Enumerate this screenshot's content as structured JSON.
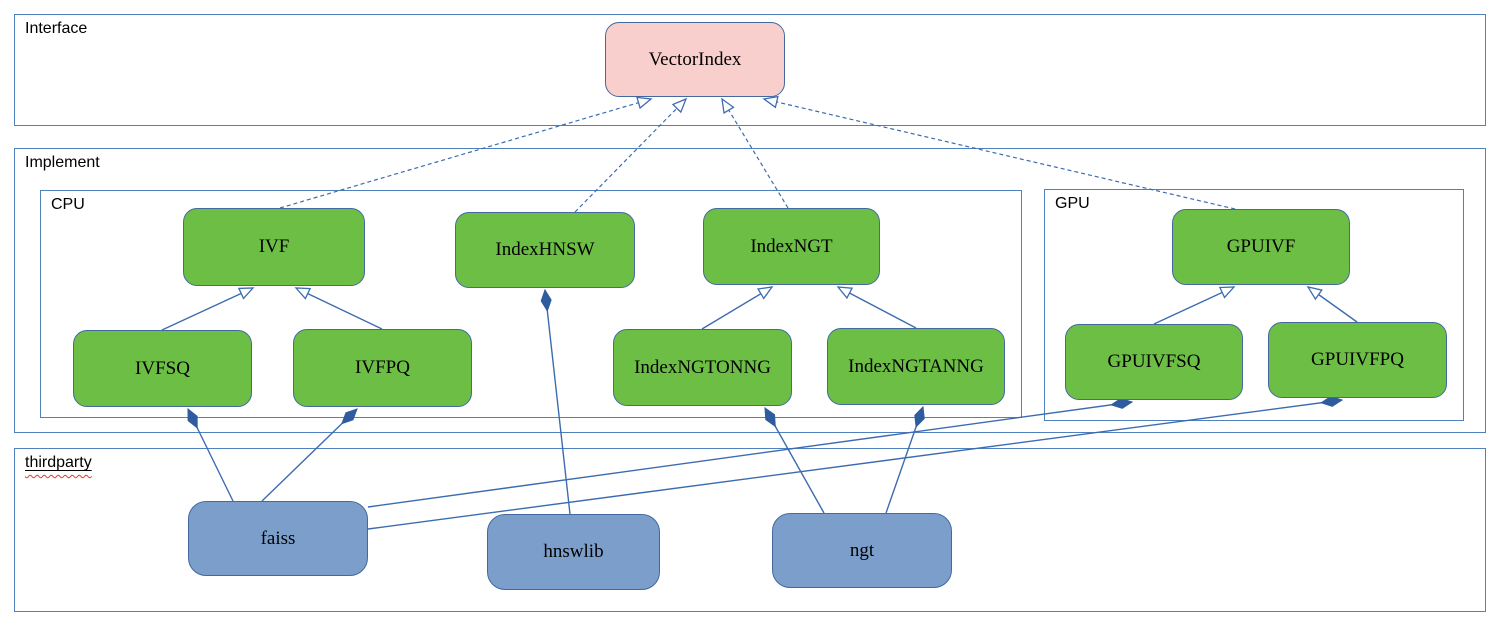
{
  "containers": {
    "interface": {
      "label": "Interface"
    },
    "implement": {
      "label": "Implement"
    },
    "cpu": {
      "label": "CPU"
    },
    "gpu": {
      "label": "GPU"
    },
    "thirdparty": {
      "label": "thirdparty"
    }
  },
  "nodes": {
    "vectorindex": {
      "label": "VectorIndex",
      "group": "interface"
    },
    "ivf": {
      "label": "IVF",
      "group": "cpu"
    },
    "indexhnsw": {
      "label": "IndexHNSW",
      "group": "cpu"
    },
    "indexngt": {
      "label": "IndexNGT",
      "group": "cpu"
    },
    "ivfsq": {
      "label": "IVFSQ",
      "group": "cpu"
    },
    "ivfpq": {
      "label": "IVFPQ",
      "group": "cpu"
    },
    "indexngtonng": {
      "label": "IndexNGTONNG",
      "group": "cpu"
    },
    "indexngtanng": {
      "label": "IndexNGTANNG",
      "group": "cpu"
    },
    "gpuivf": {
      "label": "GPUIVF",
      "group": "gpu"
    },
    "gpuivfsq": {
      "label": "GPUIVFSQ",
      "group": "gpu"
    },
    "gpuivfpq": {
      "label": "GPUIVFPQ",
      "group": "gpu"
    },
    "faiss": {
      "label": "faiss",
      "group": "thirdparty"
    },
    "hnswlib": {
      "label": "hnswlib",
      "group": "thirdparty"
    },
    "ngt": {
      "label": "ngt",
      "group": "thirdparty"
    }
  },
  "edges": [
    {
      "from": "IVF",
      "to": "VectorIndex",
      "type": "realization-dashed-hollow-arrow"
    },
    {
      "from": "IndexHNSW",
      "to": "VectorIndex",
      "type": "realization-dashed-hollow-arrow"
    },
    {
      "from": "IndexNGT",
      "to": "VectorIndex",
      "type": "realization-dashed-hollow-arrow"
    },
    {
      "from": "GPUIVF",
      "to": "VectorIndex",
      "type": "realization-dashed-hollow-arrow"
    },
    {
      "from": "IVFSQ",
      "to": "IVF",
      "type": "generalization-hollow-arrow"
    },
    {
      "from": "IVFPQ",
      "to": "IVF",
      "type": "generalization-hollow-arrow"
    },
    {
      "from": "IndexNGTONNG",
      "to": "IndexNGT",
      "type": "generalization-hollow-arrow"
    },
    {
      "from": "IndexNGTANNG",
      "to": "IndexNGT",
      "type": "generalization-hollow-arrow"
    },
    {
      "from": "GPUIVFSQ",
      "to": "GPUIVF",
      "type": "generalization-hollow-arrow"
    },
    {
      "from": "GPUIVFPQ",
      "to": "GPUIVF",
      "type": "generalization-hollow-arrow"
    },
    {
      "from": "IVFSQ",
      "to": "faiss",
      "type": "composition-filled-diamond"
    },
    {
      "from": "IVFPQ",
      "to": "faiss",
      "type": "composition-filled-diamond"
    },
    {
      "from": "IndexHNSW",
      "to": "hnswlib",
      "type": "composition-filled-diamond"
    },
    {
      "from": "IndexNGTONNG",
      "to": "ngt",
      "type": "composition-filled-diamond"
    },
    {
      "from": "IndexNGTANNG",
      "to": "ngt",
      "type": "composition-filled-diamond"
    },
    {
      "from": "GPUIVFSQ",
      "to": "faiss",
      "type": "composition-filled-diamond"
    },
    {
      "from": "GPUIVFPQ",
      "to": "faiss",
      "type": "composition-filled-diamond"
    }
  ],
  "colors": {
    "interface_node_fill": "#f8cfcc",
    "implement_node_fill": "#6cbe45",
    "thirdparty_node_fill": "#7b9ecb",
    "node_border": "#44699f",
    "container_border": "#4f81bd",
    "edge_line": "#3c6cb0",
    "diamond_fill": "#2e5c9e",
    "spellcheck_wave": "#d83a2e",
    "background": "#ffffff"
  }
}
